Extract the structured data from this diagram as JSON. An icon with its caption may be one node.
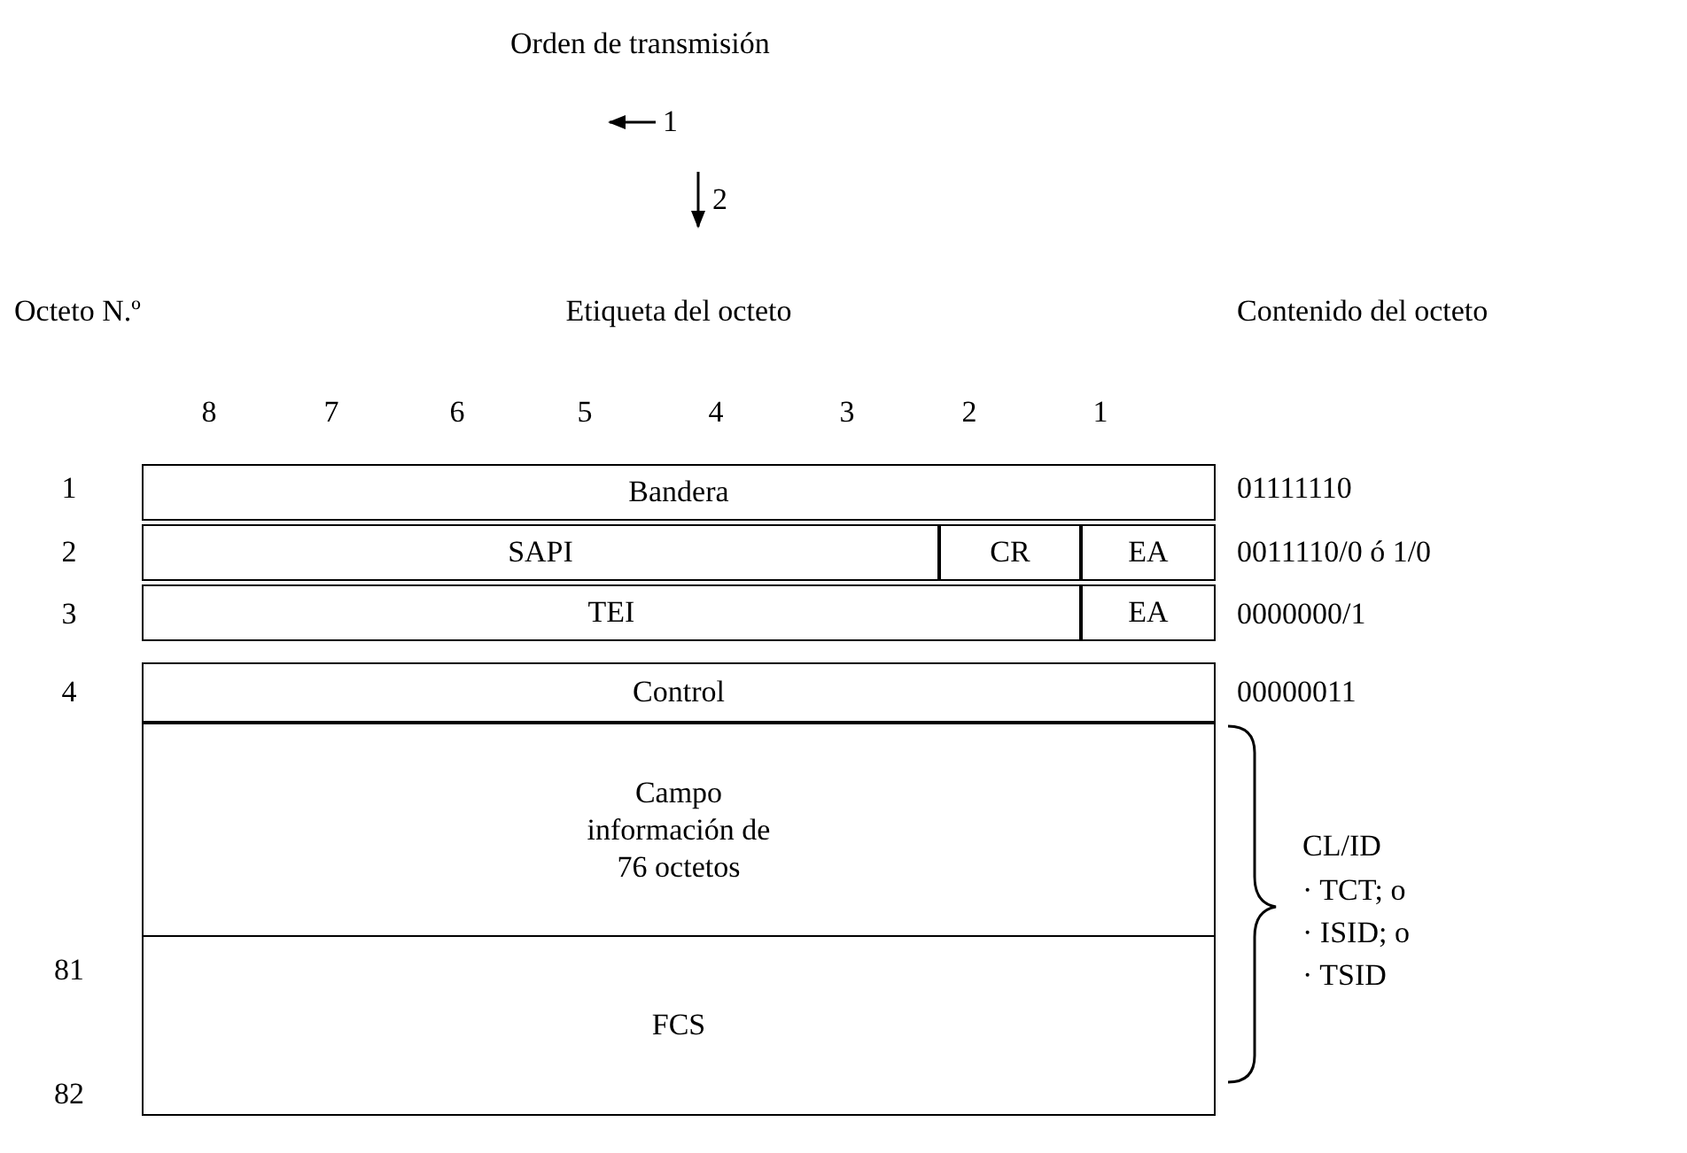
{
  "diagram": {
    "nodes": [
      {
        "text": [
          "Bandera"
        ]
      },
      {
        "text": [
          "SAPI"
        ]
      },
      {
        "text": [
          "CR"
        ]
      },
      {
        "text": [
          "EA"
        ]
      },
      {
        "text": [
          "TEI"
        ]
      },
      {
        "text": [
          "EA"
        ]
      },
      {
        "text": [
          "Control"
        ]
      },
      {
        "text": [
          "Campo información de 76 octetos"
        ]
      },
      {
        "text": [
          "FCS"
        ]
      }
    ],
    "labels": [
      "Orden de transmisión",
      "1",
      "2",
      "Octeto N.º",
      "Etiqueta del octeto",
      "Contenido del octeto",
      "8",
      "7",
      "6",
      "5",
      "4",
      "3",
      "2",
      "1",
      "1",
      "01111110",
      "2",
      "0011110/0 ó 1/0",
      "3",
      "0000000/1",
      "4",
      "00000011",
      "CL/ID",
      "· TCT; o",
      "· ISID; o",
      "81",
      "· TSID",
      "82"
    ]
  }
}
